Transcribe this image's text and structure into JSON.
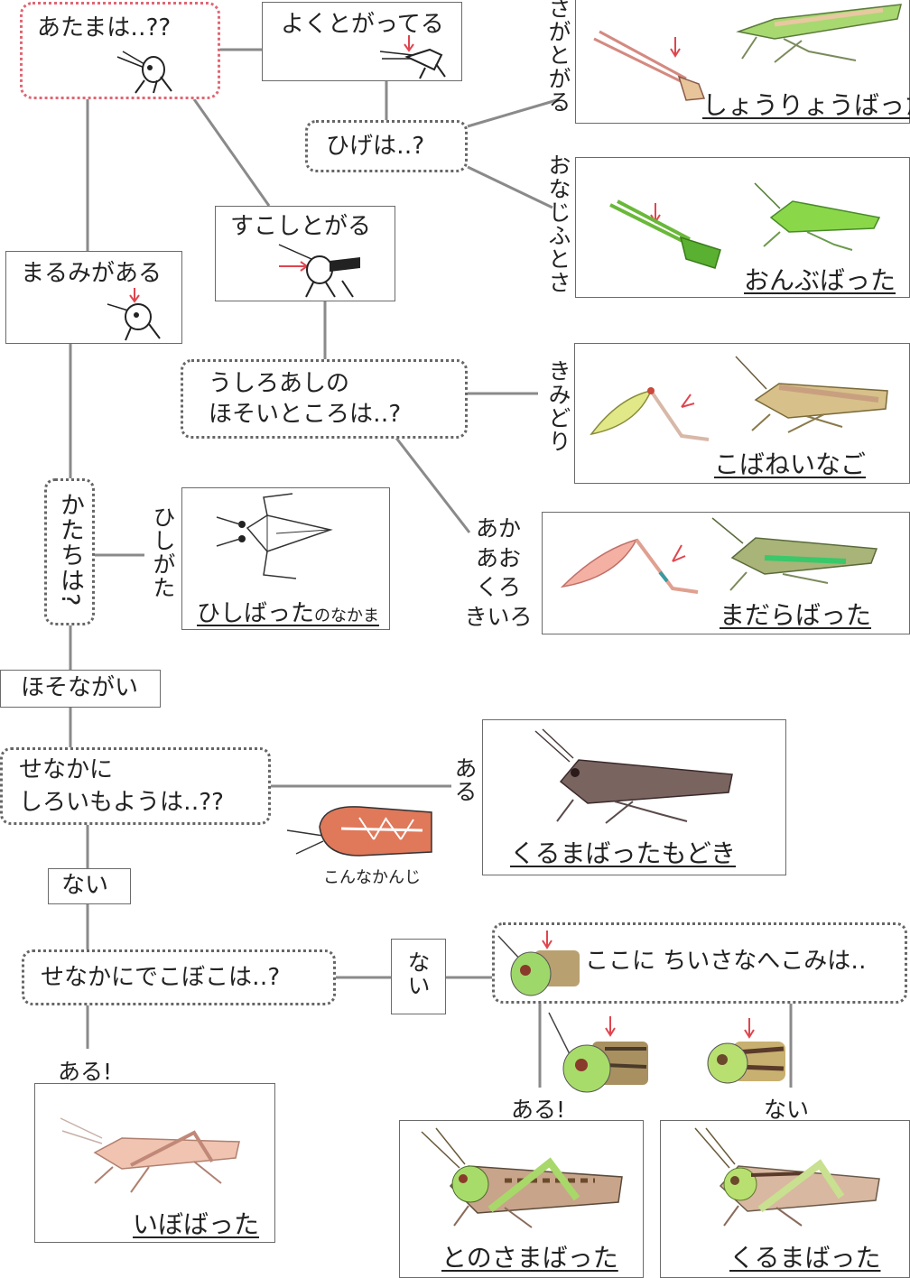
{
  "nodes": {
    "head_question": "あたまは‥??",
    "pointed_well": "よくとがってる",
    "antenna_question": "ひげは‥?",
    "slightly_pointed": "すこしとがる",
    "rounded": "まるみがある",
    "hind_leg_question_line1": "うしろあしの",
    "hind_leg_question_line2": "ほそいところは‥?",
    "shape_question": "かたちは?",
    "slender": "ほそながい",
    "back_pattern_line1": "せなかに",
    "back_pattern_line2": "しろいもようは‥??",
    "none_1": "ない",
    "bumpy_question": "せなかにでこぼこは‥?",
    "none_2": "ない",
    "dent_question": "ここに ちいさなへこみは‥"
  },
  "edge_labels": {
    "pointed_antenna": "さがとがる",
    "same_thickness": "おなじふとさ",
    "yellow_green": "きみどり",
    "colors": [
      "あか",
      "あお",
      "くろ",
      "きいろ"
    ],
    "diamond": "ひしがた",
    "present": "ある",
    "present_bang": "ある!",
    "present_bang_2": "ある!",
    "absent": "ない",
    "like_this": "こんなかんじ"
  },
  "species": {
    "shouryou": "しょうりょうばった",
    "onbu": "おんぶばった",
    "kobanei": "こばねいなご",
    "madara": "まだらばった",
    "hishi": "ひしばった",
    "hishi_suffix": "のなかま",
    "kurumamodoki": "くるまばったもどき",
    "ibo": "いぼばった",
    "tonosama": "とのさまばった",
    "kuruma": "くるまばった"
  },
  "colors": {
    "line": "#8a8a8a",
    "red_arrow": "#e0454f",
    "red_dotted_border": "#e06673",
    "leaf_green": "#9fd86a",
    "brown": "#7a5c52",
    "pink_leg": "#f2a8a0"
  }
}
